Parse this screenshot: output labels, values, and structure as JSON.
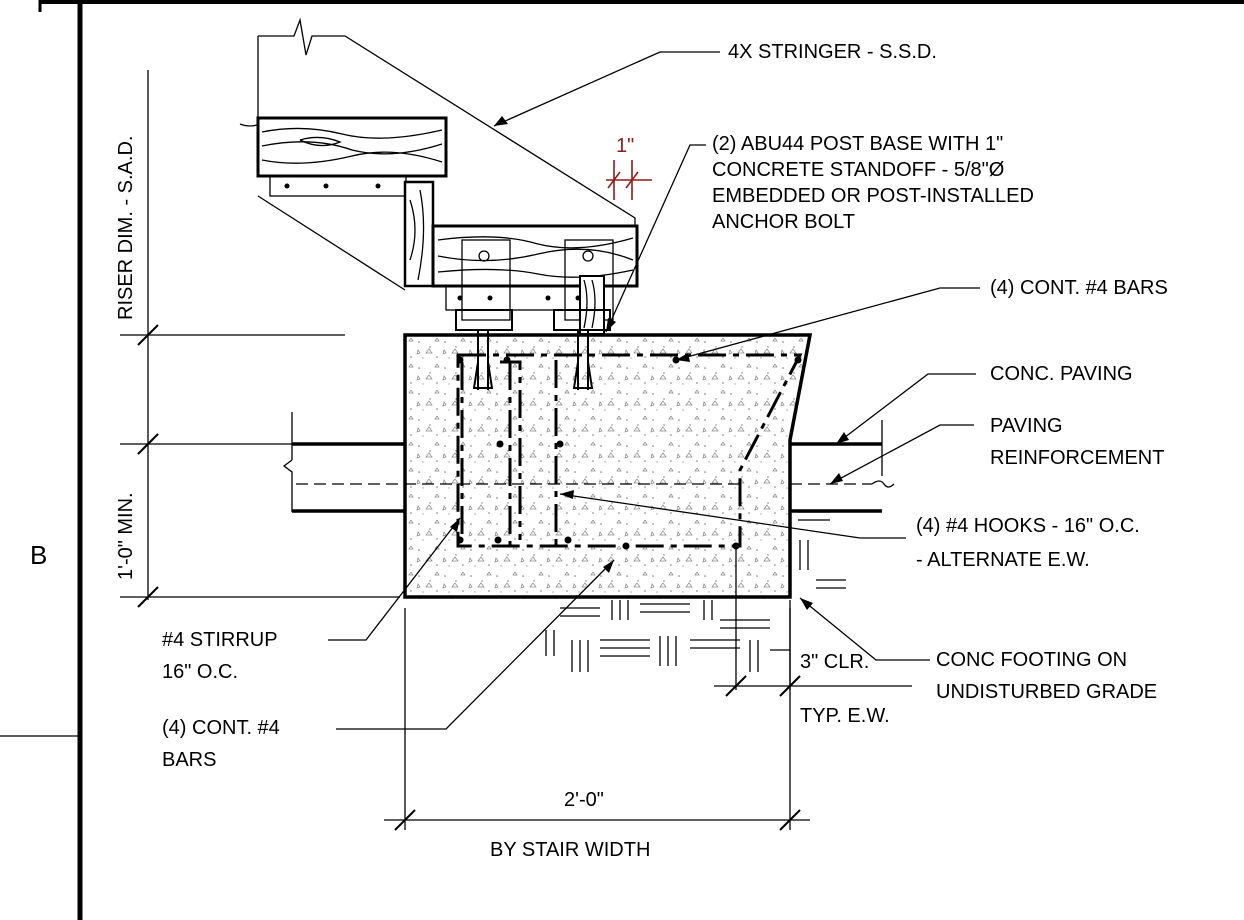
{
  "grid_label": "B",
  "callouts": {
    "stringer": "4X STRINGER - S.S.D.",
    "post_base": [
      "(2) ABU44 POST BASE WITH 1\"",
      "CONCRETE STANDOFF - 5/8\"Ø",
      "EMBEDDED OR POST-INSTALLED",
      "ANCHOR BOLT"
    ],
    "cont_bars_top": "(4) CONT. #4 BARS",
    "conc_paving": "CONC. PAVING",
    "paving_reinf": [
      "PAVING",
      "REINFORCEMENT"
    ],
    "hooks": [
      "(4) #4 HOOKS - 16\" O.C.",
      "- ALTERNATE E.W."
    ],
    "stirrup": [
      "#4  STIRRUP",
      "16\" O.C."
    ],
    "footing": [
      "CONC FOOTING ON",
      "UNDISTURBED GRADE"
    ],
    "cont_bars_bottom": [
      "(4) CONT. #4",
      "BARS"
    ]
  },
  "dimensions": {
    "riser": "RISER DIM. - S.A.D.",
    "min_depth": "1'-0\" MIN.",
    "standoff": "1\"",
    "clear_cover": "3\" CLR.",
    "clear_note": "TYP. E.W.",
    "width": "2'-0\"",
    "length": "BY STAIR WIDTH"
  }
}
